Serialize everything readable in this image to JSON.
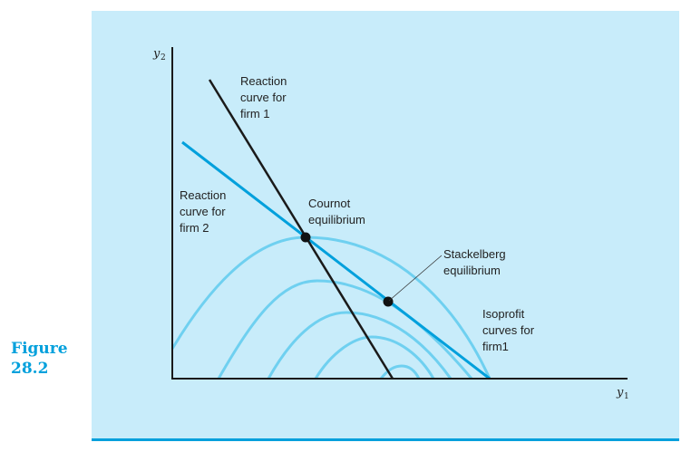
{
  "figure": {
    "label": "Figure",
    "number": "28.2"
  },
  "axes": {
    "y_label": "y",
    "y_sub": "2",
    "x_label": "y",
    "x_sub": "1"
  },
  "labels": {
    "reaction_firm1": [
      "Reaction",
      "curve for",
      "firm 1"
    ],
    "reaction_firm2": [
      "Reaction",
      "curve for",
      "firm 2"
    ],
    "cournot": [
      "Cournot",
      "equilibrium"
    ],
    "stackelberg": [
      "Stackelberg",
      "equilibrium"
    ],
    "isoprofit": [
      "Isoprofit",
      "curves for",
      "firm1"
    ]
  },
  "colors": {
    "panel": "#c8ecfa",
    "rule": "#00a0dc",
    "firm2_line": "#00a0dc",
    "isoprofit": "#6fd0f0",
    "firm1_line": "#1a1a1a"
  }
}
